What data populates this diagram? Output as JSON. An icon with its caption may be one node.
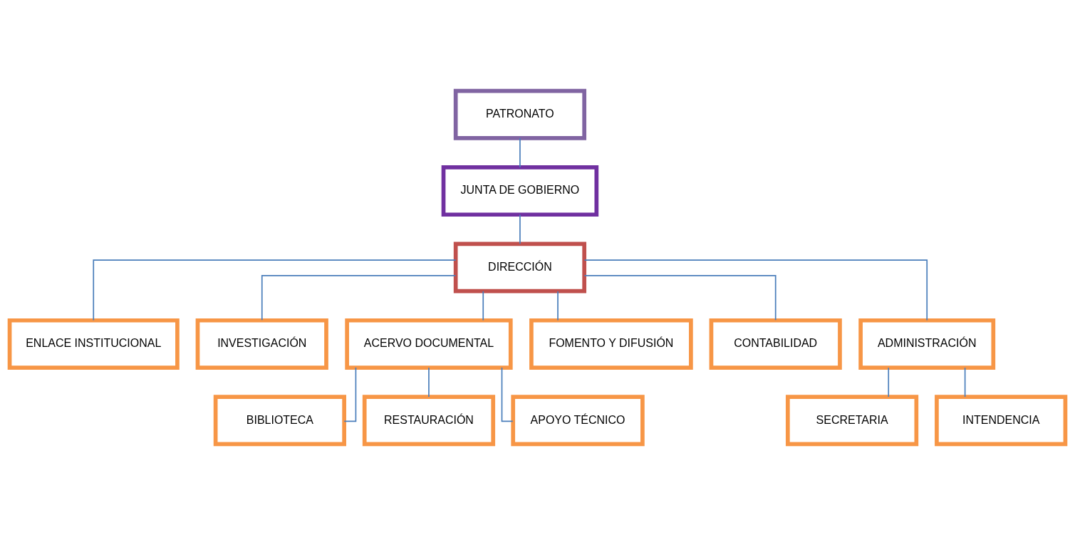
{
  "diagram": {
    "nodes": [
      {
        "text": [
          "PATRONATO"
        ]
      },
      {
        "text": [
          "JUNTA DE GOBIERNO"
        ]
      },
      {
        "text": [
          "DIRECCIÓN"
        ]
      },
      {
        "text": [
          "ENLACE INSTITUCIONAL"
        ]
      },
      {
        "text": [
          "INVESTIGACIÓN"
        ]
      },
      {
        "text": [
          "ACERVO DOCUMENTAL"
        ]
      },
      {
        "text": [
          "FOMENTO Y DIFUSIÓN"
        ]
      },
      {
        "text": [
          "CONTABILIDAD"
        ]
      },
      {
        "text": [
          "ADMINISTRACIÓN"
        ]
      },
      {
        "text": [
          "BIBLIOTECA"
        ]
      },
      {
        "text": [
          "RESTAURACIÓN"
        ]
      },
      {
        "text": [
          "APOYO TÉCNICO"
        ]
      },
      {
        "text": [
          "SECRETARIA"
        ]
      },
      {
        "text": [
          "INTENDENCIA"
        ]
      }
    ],
    "edges": [
      {
        "from": 0,
        "to": 1,
        "arrow": "none"
      },
      {
        "from": 1,
        "to": 2,
        "arrow": "none"
      },
      {
        "from": 2,
        "to": 3,
        "arrow": "none"
      },
      {
        "from": 2,
        "to": 4,
        "arrow": "none"
      },
      {
        "from": 2,
        "to": 5,
        "arrow": "none"
      },
      {
        "from": 2,
        "to": 6,
        "arrow": "none"
      },
      {
        "from": 2,
        "to": 7,
        "arrow": "none"
      },
      {
        "from": 2,
        "to": 8,
        "arrow": "none"
      },
      {
        "from": 5,
        "to": 9,
        "arrow": "none"
      },
      {
        "from": 5,
        "to": 10,
        "arrow": "none"
      },
      {
        "from": 5,
        "to": 11,
        "arrow": "none"
      },
      {
        "from": 8,
        "to": 12,
        "arrow": "none"
      },
      {
        "from": 8,
        "to": 13,
        "arrow": "none"
      }
    ]
  }
}
